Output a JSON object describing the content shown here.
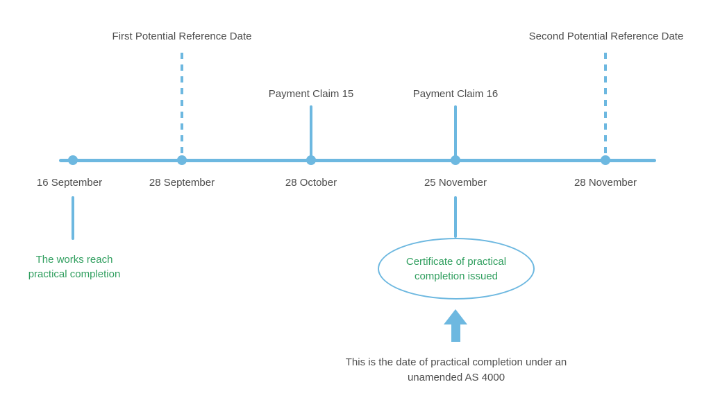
{
  "top_labels": {
    "first_reference_date": "First Potential Reference Date",
    "payment_claim_15": "Payment Claim 15",
    "payment_claim_16": "Payment Claim 16",
    "second_reference_date": "Second Potential Reference Date"
  },
  "dates": {
    "d1": "16 September",
    "d2": "28 September",
    "d3": "28 October",
    "d4": "25 November",
    "d5": "28 November"
  },
  "below": {
    "works_reach": "The works reach practical completion",
    "certificate": "Certificate of practical completion issued",
    "arrow_note": "This is the date of practical completion under an unamended AS 4000"
  },
  "colors": {
    "blue": "#6db8e0",
    "green": "#2f9e5e",
    "gray": "#4d4d4d"
  }
}
